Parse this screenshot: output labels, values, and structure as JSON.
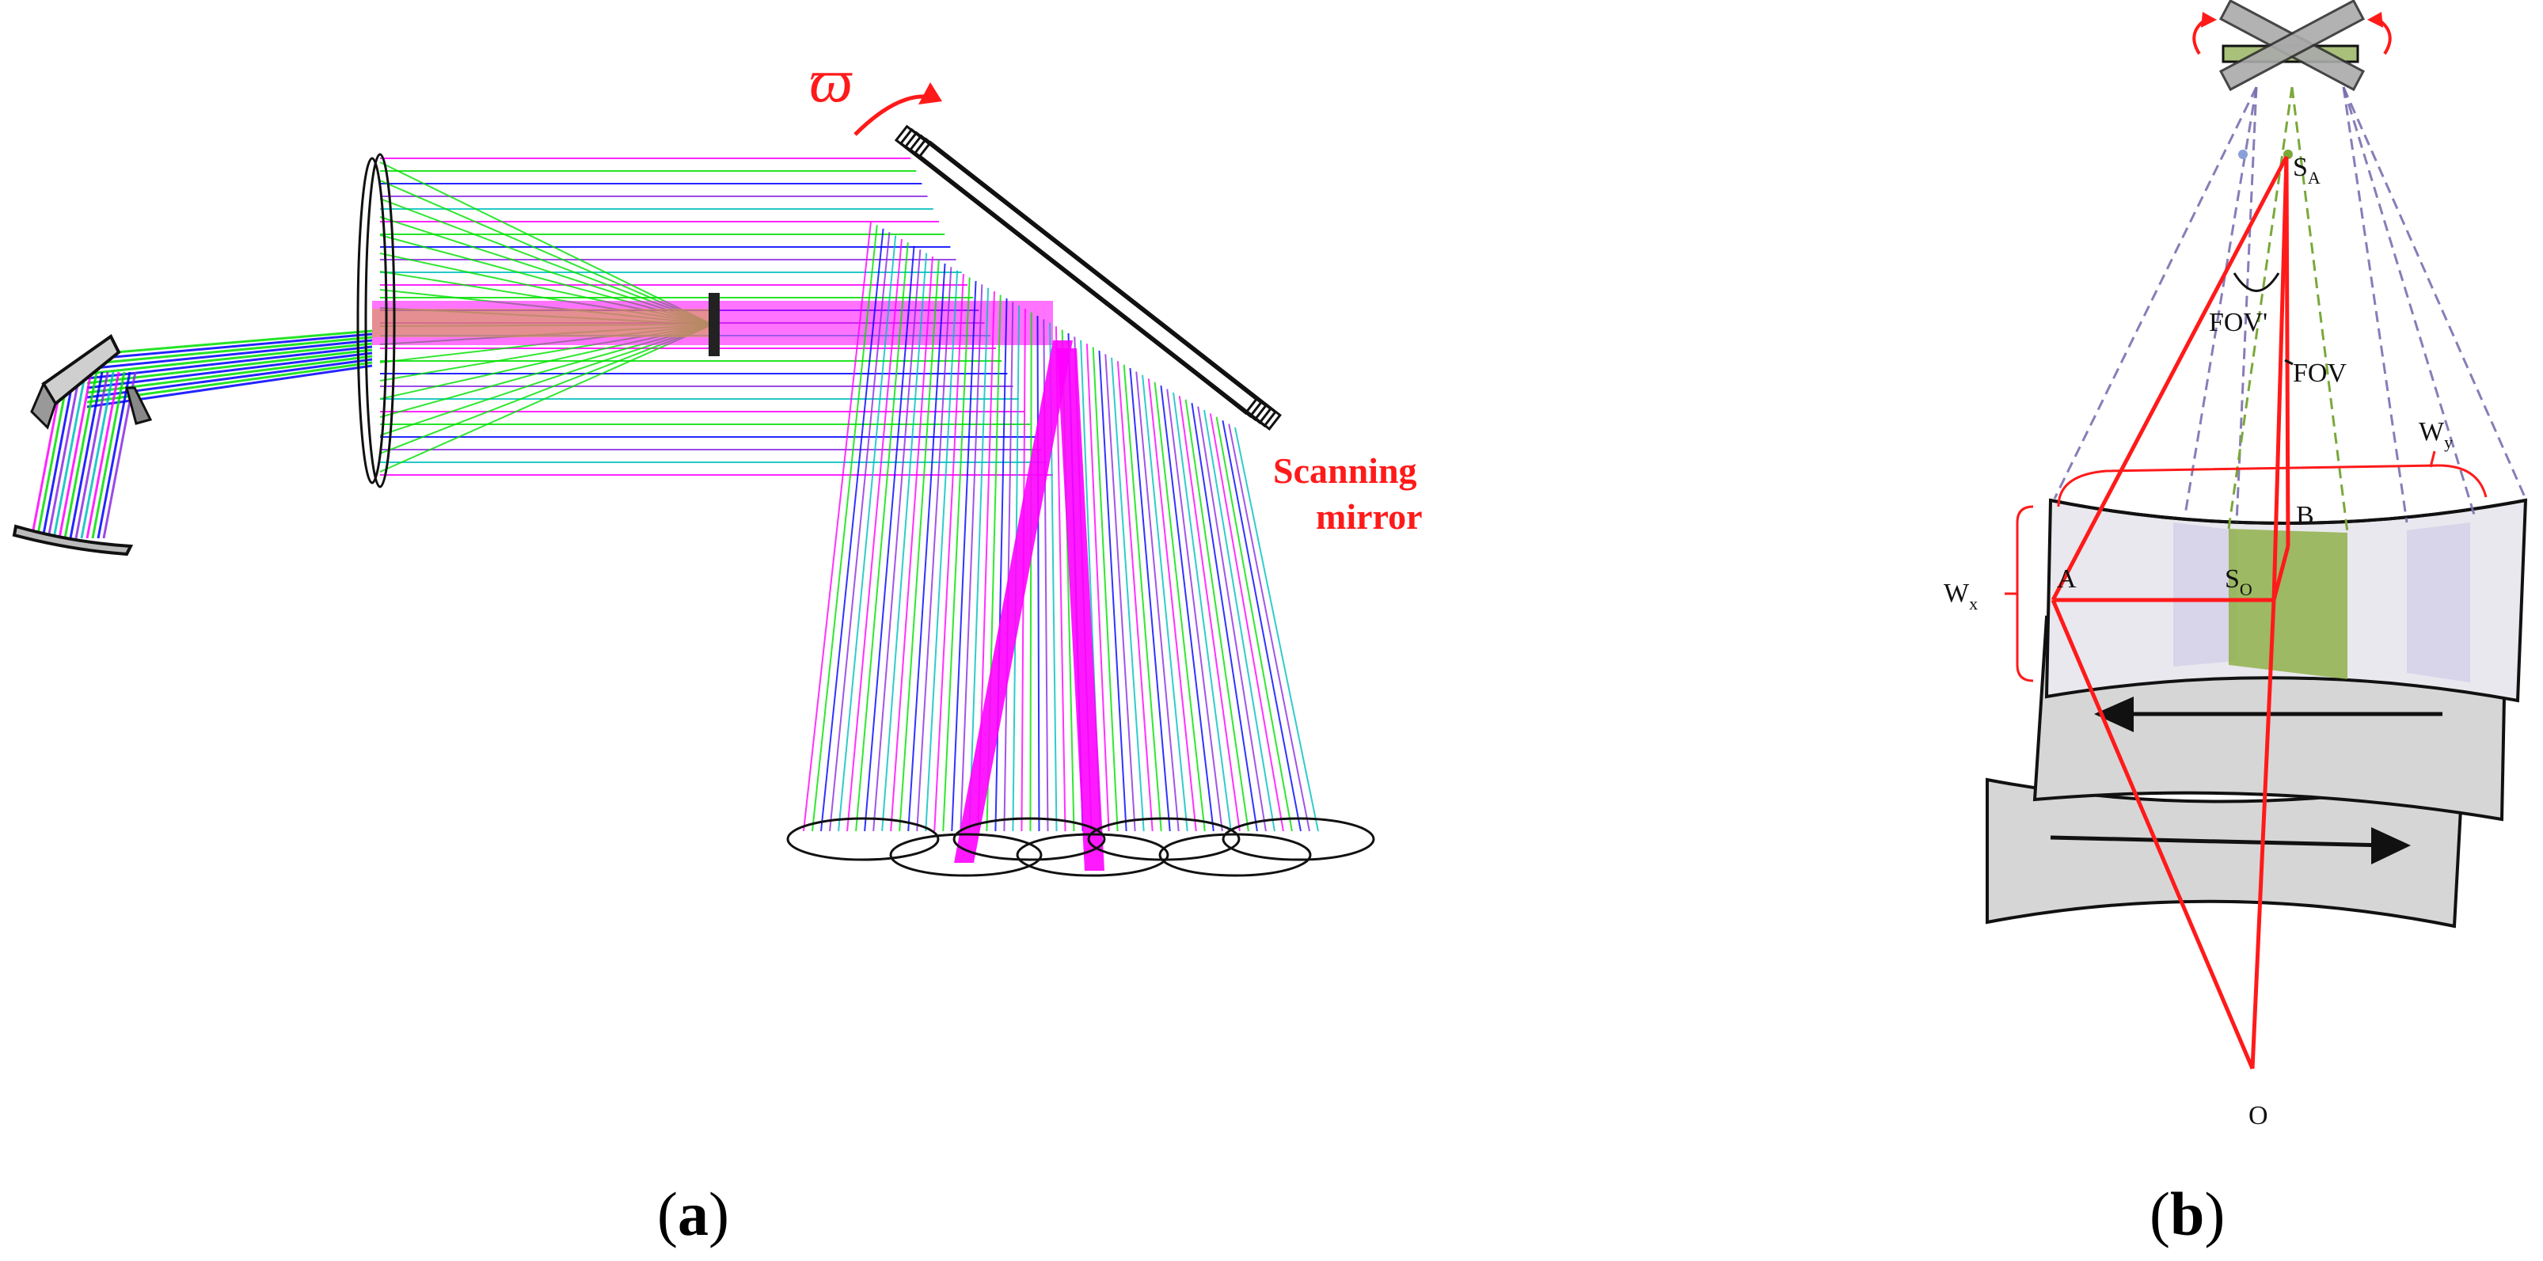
{
  "panel_a": {
    "label_open": "(",
    "label_letter": "a",
    "label_close": ")",
    "rotation_symbol": "ϖ",
    "scanning_mirror_line1": "Scanning",
    "scanning_mirror_line2": "mirror"
  },
  "panel_b": {
    "label_open": "(",
    "label_letter": "b",
    "label_close": ")",
    "point_SA": "S",
    "point_SA_sub": "A",
    "point_SO": "S",
    "point_SO_sub": "O",
    "point_A": "A",
    "point_B": "B",
    "point_O": "O",
    "fov_prime": "FOV'",
    "fov": "FOV",
    "width_x": "W",
    "width_x_sub": "x",
    "width_y": "W",
    "width_y_sub": "y"
  },
  "colors": {
    "accent_red": "#ff1a1a",
    "ray_magenta": "#ff00ff",
    "ray_green": "#00e000",
    "ray_blue": "#0000ff",
    "strip_green": "#8fb04a",
    "strip_lavender": "#d8d4ea",
    "swath_gray": "#d6d6d6"
  }
}
